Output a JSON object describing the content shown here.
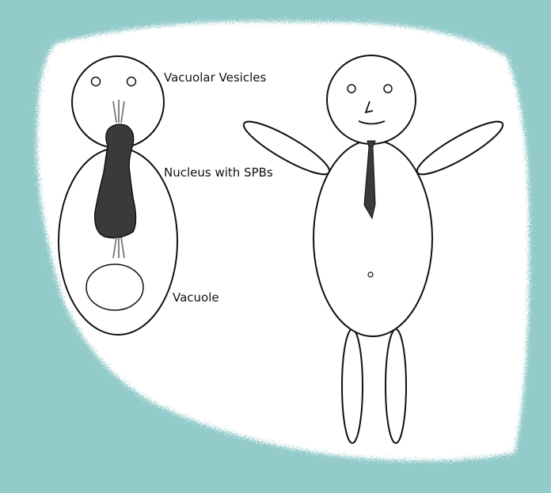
{
  "labels": {
    "vacuolar_vesicles": "Vacuolar Vesicles",
    "nucleus": "Nucleus with SPBs",
    "vacuole": "Vacuole"
  },
  "colors": {
    "background": "#93cbca",
    "paper": "#ffffff",
    "outline": "#111111",
    "nucleus_fill": "#3a3a3a",
    "spindle": "#777777"
  }
}
